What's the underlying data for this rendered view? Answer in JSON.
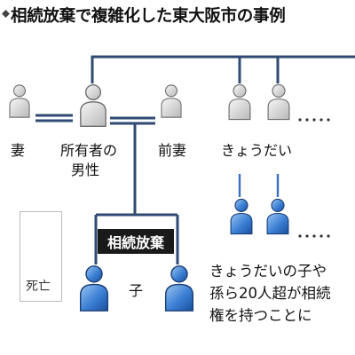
{
  "title": "相続放棄で複雑化した東大阪市の事例",
  "labels": {
    "wife": "妻",
    "owner_line1": "所有者の",
    "owner_line2": "男性",
    "ex_wife": "前妻",
    "siblings": "きょうだい",
    "deceased": "死亡",
    "child": "子",
    "renunciation": "相続放棄",
    "note_line1": "きょうだいの子や",
    "note_line2": "孫ら20人超が相続",
    "note_line3": "権を持つことに"
  },
  "colors": {
    "line": "#2f4a73",
    "person_grey_light": "#f2f2f2",
    "person_grey_dark": "#8c8c8c",
    "person_blue_light": "#7fb0e8",
    "person_blue_dark": "#1f5fb8",
    "badge_bg": "#1a1a1a"
  },
  "icons": [
    "person-icon",
    "ellipsis-icon",
    "diamond-marker-icon"
  ]
}
